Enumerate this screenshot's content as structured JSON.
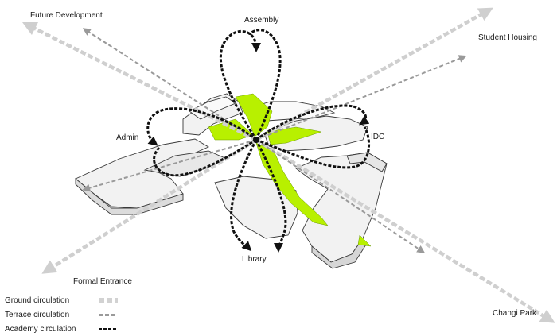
{
  "diagram": {
    "directions": {
      "future_development": "Future Development",
      "student_housing": "Student Housing",
      "formal_entrance": "Formal Entrance",
      "changi_park": "Changi Park"
    },
    "zones": {
      "assembly": "Assembly",
      "admin": "Admin",
      "idc": "IDC",
      "library": "Library"
    },
    "colors": {
      "accent_green": "#b8f000",
      "ground_circulation": "#d2d2d2",
      "terrace_circulation": "#9a9a9a",
      "academy_circulation": "#111111"
    }
  },
  "legend": {
    "ground": "Ground circulation",
    "terrace": "Terrace circulation",
    "academy": "Academy circulation"
  }
}
